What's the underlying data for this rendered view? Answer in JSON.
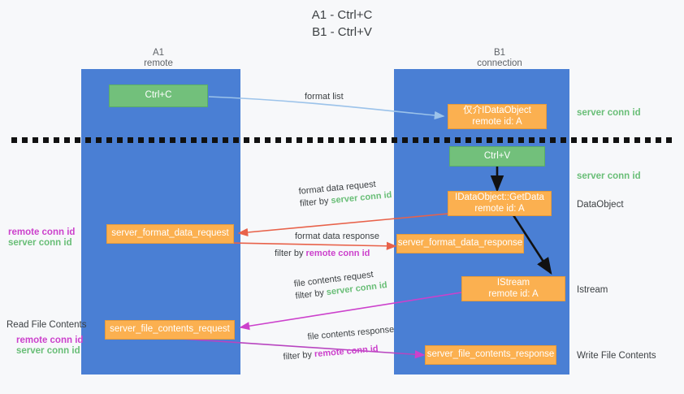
{
  "title": {
    "line1": "A1 - Ctrl+C",
    "line2": "B1 - Ctrl+V"
  },
  "lanes": [
    {
      "id": "a1",
      "name": "A1",
      "sub": "remote"
    },
    {
      "id": "b1",
      "name": "B1",
      "sub": "connection"
    }
  ],
  "nodes": {
    "ctrl_c": {
      "line1": "Ctrl+C",
      "line2": ""
    },
    "idataobject_top": {
      "line1": "仅介IDataObject",
      "line2": "remote id: A"
    },
    "ctrl_v": {
      "line1": "Ctrl+V",
      "line2": ""
    },
    "getdata": {
      "line1": "IDataObject::GetData",
      "line2": "remote id: A"
    },
    "format_data_request": {
      "line1": "server_format_data_request",
      "line2": ""
    },
    "format_data_response": {
      "line1": "server_format_data_response",
      "line2": ""
    },
    "istream": {
      "line1": "IStream",
      "line2": "remote id: A"
    },
    "file_contents_request": {
      "line1": "server_file_contents_request",
      "line2": ""
    },
    "file_contents_response": {
      "line1": "server_file_contents_response",
      "line2": ""
    }
  },
  "right_labels": {
    "server_conn_id_1": "server conn id",
    "server_conn_id_2": "server conn id",
    "dataobject": "DataObject",
    "istream": "Istream",
    "write_file_contents": "Write File Contents"
  },
  "left_labels": {
    "remote_conn_id_1": "remote conn id",
    "server_conn_id_1": "server conn id",
    "read_file_contents": "Read File Contents",
    "remote_conn_id_2": "remote conn id",
    "server_conn_id_2": "server conn id"
  },
  "edges": {
    "format_list": "format list",
    "format_data_request": "format data request",
    "format_data_request_filter_prefix": "filter by ",
    "format_data_request_filter_value": "server conn id",
    "format_data_response": "format data response",
    "format_data_response_filter_prefix": "filter by ",
    "format_data_response_filter_value": "remote conn id",
    "file_contents_request": "file contents request",
    "file_contents_request_filter_prefix": "filter by ",
    "file_contents_request_filter_value": "server conn id",
    "file_contents_response": "file contents response",
    "file_contents_response_filter_prefix": "filter by ",
    "file_contents_response_filter_value": "remote conn id"
  },
  "colors": {
    "lane": "#4a7fd4",
    "green_node": "#72c07b",
    "orange_node": "#fbb050",
    "server_conn_id": "#69be77",
    "remote_conn_id": "#cc41cc",
    "arrow_blue": "#9cc3ea",
    "arrow_red": "#e8624a",
    "arrow_magenta": "#cc41cc",
    "arrow_black": "#111111",
    "background": "#f7f8fa"
  }
}
